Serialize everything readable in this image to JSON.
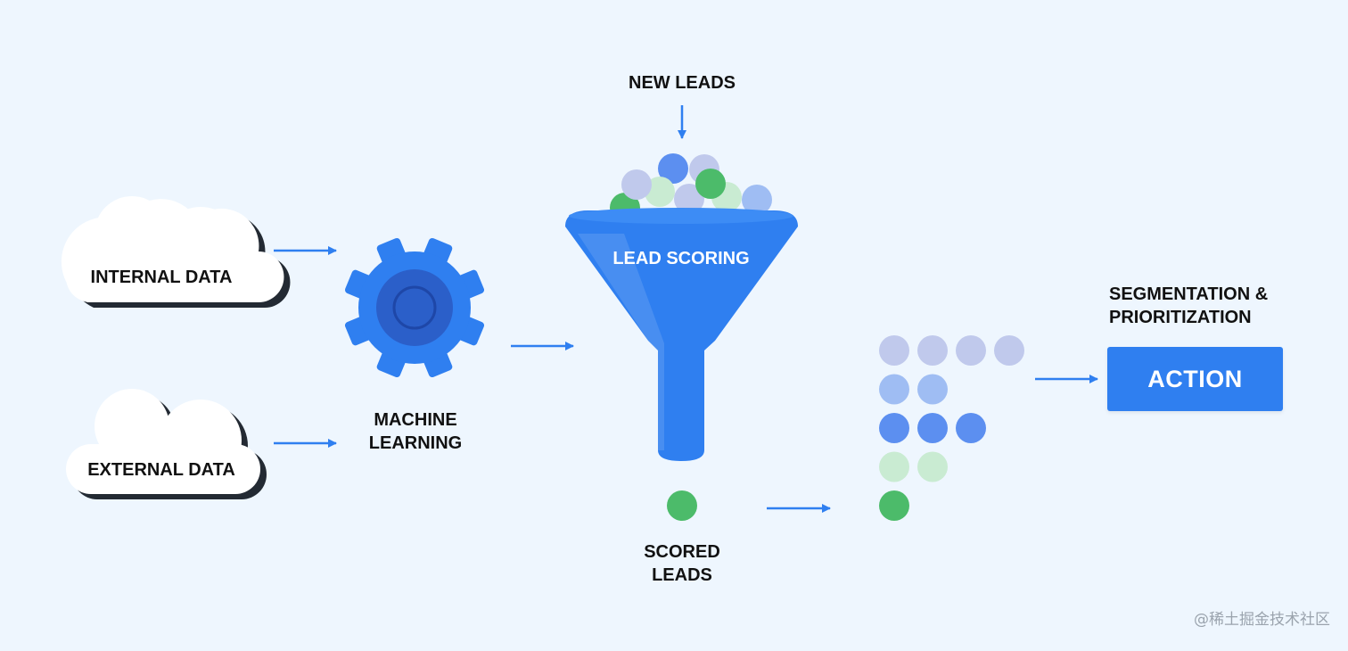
{
  "labels": {
    "new_leads": "NEW LEADS",
    "internal_data": "INTERNAL DATA",
    "external_data": "EXTERNAL DATA",
    "machine_learning_line1": "MACHINE",
    "machine_learning_line2": "LEARNING",
    "lead_scoring": "LEAD SCORING",
    "scored_leads_line1": "SCORED",
    "scored_leads_line2": "LEADS",
    "segmentation_line1": "SEGMENTATION &",
    "segmentation_line2": "PRIORITIZATION",
    "action": "ACTION"
  },
  "watermark": "@稀土掘金技术社区",
  "icons": {
    "cloud": "cloud-icon",
    "gear": "gear-icon",
    "funnel": "funnel-icon",
    "arrow": "arrow-right-icon"
  },
  "colors": {
    "background": "#eef6fe",
    "primary_blue": "#2f7ff0",
    "dark_blue": "#2b5fc9",
    "green": "#4cbb6a",
    "light_green": "#c9ebd2",
    "light_blue": "#9fbdf3",
    "lavender": "#c0c9ec",
    "text": "#111111"
  },
  "segmentation_grid": [
    {
      "tier": 1,
      "count": 4,
      "color": "#c0c9ec"
    },
    {
      "tier": 2,
      "count": 2,
      "color": "#9fbdf3"
    },
    {
      "tier": 3,
      "count": 3,
      "color": "#5c8ff0"
    },
    {
      "tier": 4,
      "count": 2,
      "color": "#c9ebd2"
    },
    {
      "tier": 5,
      "count": 1,
      "color": "#4cbb6a"
    }
  ]
}
